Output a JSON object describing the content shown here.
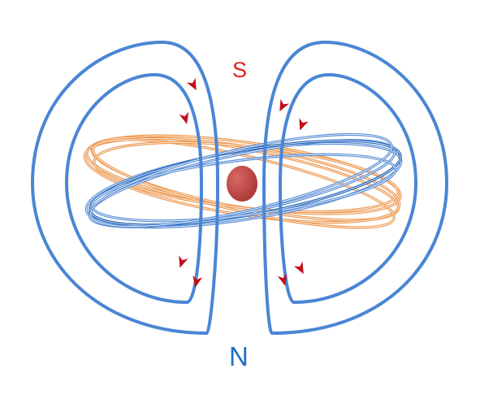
{
  "labels": {
    "south": "S",
    "north": "N"
  },
  "colors": {
    "field_line": "#4a86d4",
    "field_line_dark": "#1f5fb5",
    "orbit_orange": "#ee9a52",
    "orbit_blue": "#5b8fd6",
    "orbit_blue_dark": "#1f63b8",
    "arrow": "#c0101a",
    "core": "#c24b47",
    "label_south": "#e0201f",
    "label_north": "#1f6fc4"
  },
  "icons": {
    "core": "red-sphere",
    "arrows": "red-arrowheads"
  }
}
